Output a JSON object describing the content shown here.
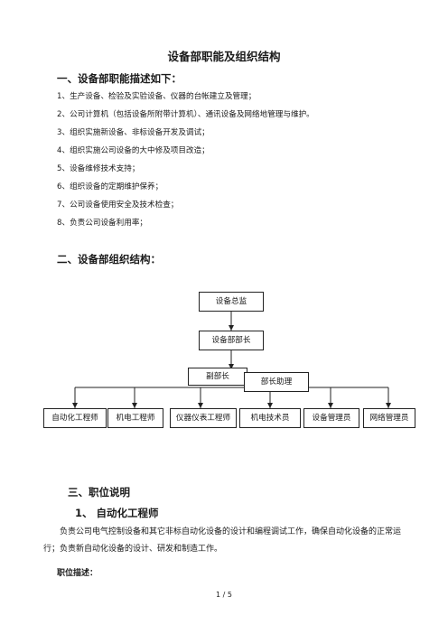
{
  "document": {
    "title": "设备部职能及组织结构",
    "section1": "一、设备部职能描述如下：",
    "functions": [
      {
        "num": "1、",
        "text": "生产设备、检验及实验设备、仪器的台帐建立及管理；"
      },
      {
        "num": "2、",
        "text": "公司计算机（包括设备所附带计算机）、通讯设备及网络地管理与维护。"
      },
      {
        "num": "3、",
        "text": "组织实施新设备、非标设备开发及调试；"
      },
      {
        "num": "4、",
        "text": "组织实施公司设备的大中修及项目改造；"
      },
      {
        "num": "5、",
        "text": "设备维修技术支持；"
      },
      {
        "num": "6、",
        "text": "组织设备的定期维护保养；"
      },
      {
        "num": "7、",
        "text": "公司设备使用安全及技术检查；"
      },
      {
        "num": "8、",
        "text": "负责公司设备利用率；"
      }
    ],
    "section2": "二、设备部组织结构：",
    "org": {
      "top": "设备总监",
      "head": "设备部部长",
      "deputy": "副部长",
      "assistant": "部长助理",
      "roles": [
        "自动化工程师",
        "机电工程师",
        "仪器仪表工程师",
        "机电技术员",
        "设备管理员",
        "网络管理员"
      ]
    },
    "section3": "三、职位说明",
    "position1_title": "1、 自动化工程师",
    "position1_desc": "负责公司电气控制设备和其它非标自动化设备的设计和编程调试工作，确保自动化设备的正常运行；负责新自动化设备的设计、研发和制造工作。",
    "duty_label": "职位描述：",
    "page": "1 / 5"
  }
}
